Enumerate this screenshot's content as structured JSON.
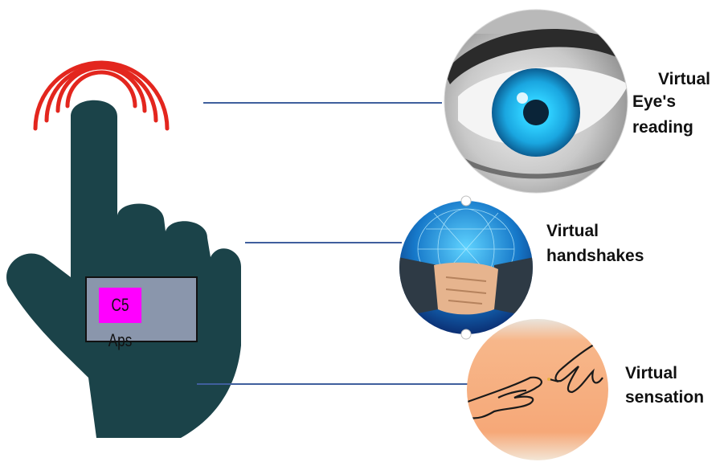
{
  "device": {
    "screen_label": "C5 Aps",
    "hand_color": "#1b4349",
    "signal_color": "#e3261e",
    "screen_color": "#8a96ac"
  },
  "features": [
    {
      "line1": "Virtual",
      "line2": "Eye's",
      "line3": "reading",
      "image": "eye-image"
    },
    {
      "line1": "Virtual",
      "line2": "handshakes",
      "image": "handshake-image"
    },
    {
      "line1": "Virtual",
      "line2": "sensation",
      "image": "touching-hands-image"
    }
  ],
  "connector_color": "#3f5f9d"
}
